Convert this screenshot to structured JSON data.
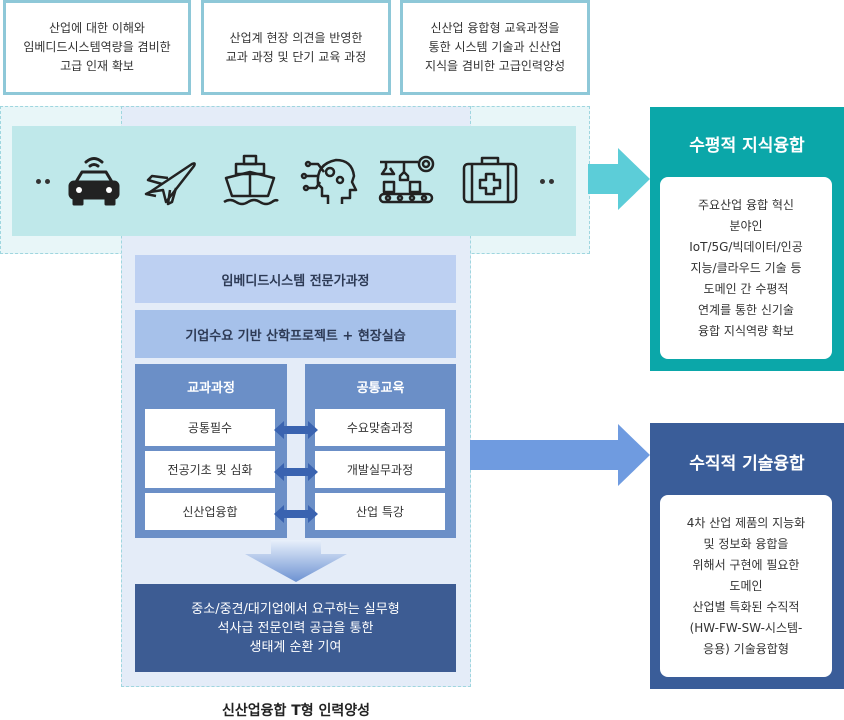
{
  "top_boxes": [
    {
      "text": "산업에 대한 이해와\n임베디드시스템역량을 겸비한\n고급 인재 확보"
    },
    {
      "text": "산업계 현장 의견을 반영한\n교과 과정 및 단기 교육 과정"
    },
    {
      "text": "신산업 융합형 교육과정을\n통한 시스템 기술과 신산업\n지식을 겸비한 고급인력양성"
    }
  ],
  "icons": [
    "connected-car-icon",
    "airplane-icon",
    "ship-icon",
    "ai-head-icon",
    "factory-robot-icon",
    "medical-kit-icon"
  ],
  "center": {
    "bar1": "임베디드시스템 전문가과정",
    "bar2": "기업수요 기반 산학프로젝트 + 현장실습",
    "left_column": {
      "title": "교과과정",
      "items": [
        "공통필수",
        "전공기초 및 심화",
        "신산업융합"
      ]
    },
    "right_column": {
      "title": "공통교육",
      "items": [
        "수요맞춤과정",
        "개발실무과정",
        "산업 특강"
      ]
    },
    "bottom": "중소/중견/대기업에서 요구하는 실무형\n석사급 전문인력 공급을 통한\n생태계 순환 기여",
    "caption": "신산업융합 T형 인력양성"
  },
  "horizontal": {
    "title": "수평적 지식융합",
    "body": "주요산업 융합 혁신\n분야인\nIoT/5G/빅데이터/인공\n지능/클라우드 기술 등\n도메인 간 수평적\n연계를 통한 신기술\n융합 지식역량 확보"
  },
  "vertical": {
    "title": "수직적 기술융합",
    "body": "4차 산업 제품의 지능화\n및 정보화 융합을\n위해서 구현에 필요한\n도메인\n산업별 특화된 수직적\n(HW-FW-SW-시스템-\n응용) 기술융합형"
  },
  "colors": {
    "top_border": "#8ec8d8",
    "band": "#bfe8ea",
    "center_bg": "#e4ecf8",
    "bar1": "#bdd0f2",
    "bar2": "#a6c1ea",
    "columns": "#6b8fc7",
    "bottom_box": "#3d5c93",
    "horizontal_box": "#0ba7a9",
    "vertical_box": "#3a5d99",
    "arrow_teal": "#5ccdd8",
    "arrow_blue": "#6f9be0"
  }
}
